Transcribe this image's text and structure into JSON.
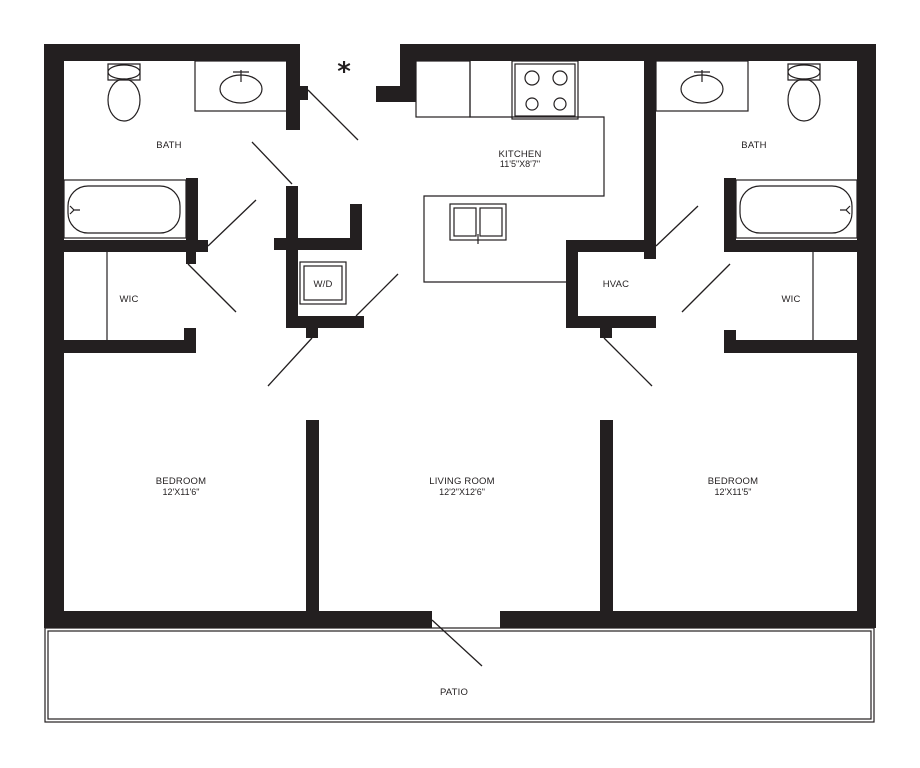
{
  "plan": {
    "marker": "*",
    "rooms": {
      "bath_left": "BATH",
      "bath_right": "BATH",
      "kitchen": "KITCHEN",
      "kitchen_dim": "11'5\"X8'7\"",
      "wic_left": "WIC",
      "wic_right": "WIC",
      "laundry": "W/D",
      "hvac": "HVAC",
      "bedroom_left": "BEDROOM",
      "bedroom_left_dim": "12'X11'6\"",
      "living": "LIVING ROOM",
      "living_dim": "12'2\"X12'6\"",
      "bedroom_right": "BEDROOM",
      "bedroom_right_dim": "12'X11'5\"",
      "patio": "PATIO"
    }
  }
}
